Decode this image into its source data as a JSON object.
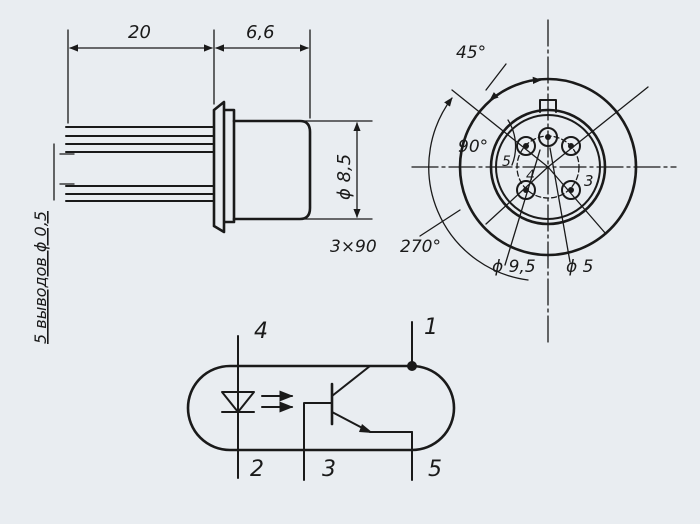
{
  "side_view": {
    "dim_length": "20",
    "dim_body": "6,6",
    "dim_body_diameter": "ϕ 8,5",
    "pins_note": "5 выводов ϕ 0,5"
  },
  "bottom_view": {
    "angle_45": "45°",
    "angle_90": "90°",
    "angle_spacing": "3×90",
    "angle_270": "270°",
    "dia_circle": "ϕ 9,5",
    "dia_small": "ϕ 5",
    "pin_5": "5",
    "pin_4": "4",
    "pin_3": "3"
  },
  "schematic": {
    "pin_4": "4",
    "pin_1": "1",
    "pin_2": "2",
    "pin_3": "3",
    "pin_5": "5"
  },
  "colors": {
    "background": "#e9edf1",
    "ink": "#1a1a1a"
  }
}
